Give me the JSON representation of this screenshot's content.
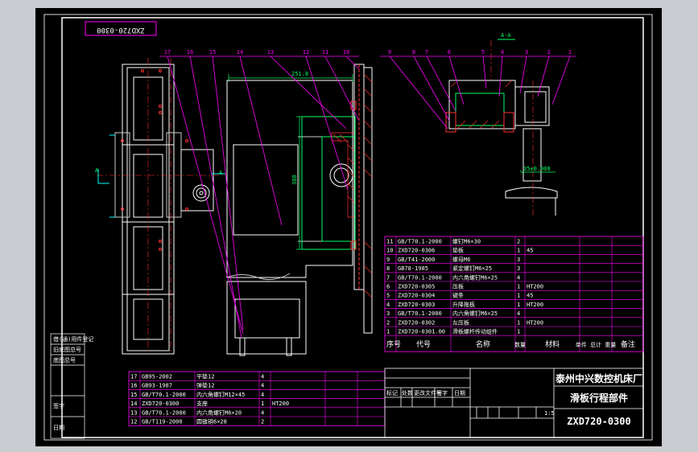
{
  "drawing": {
    "mirrored_number": "ZXD720-0300",
    "section_label": "A-A",
    "view_label": "A",
    "arrow_mark": "A",
    "dim_top": "251.8",
    "dim_side": "388",
    "dim_right": "35±0.008",
    "callouts_left": [
      "17",
      "16",
      "15",
      "14",
      "13",
      "12",
      "11",
      "10"
    ],
    "callouts_right": [
      "9",
      "8",
      "7",
      "6",
      "5",
      "4",
      "3",
      "2",
      "1"
    ]
  },
  "parts_right": [
    {
      "no": "11",
      "code": "GB/T70.1-2000",
      "name": "螺钉M6×30",
      "qty": "2",
      "mat": ""
    },
    {
      "no": "10",
      "code": "ZXD720-0306",
      "name": "垫板",
      "qty": "1",
      "mat": "45"
    },
    {
      "no": "9",
      "code": "GB/T41-2000",
      "name": "螺母M6",
      "qty": "3",
      "mat": ""
    },
    {
      "no": "8",
      "code": "GB78-1985",
      "name": "紧定螺钉M6×25",
      "qty": "3",
      "mat": ""
    },
    {
      "no": "7",
      "code": "GB/T70.1-2000",
      "name": "内六角螺钉M6×25",
      "qty": "4",
      "mat": ""
    },
    {
      "no": "6",
      "code": "ZXD720-0305",
      "name": "压板",
      "qty": "1",
      "mat": "HT200"
    },
    {
      "no": "5",
      "code": "ZXD720-0304",
      "name": "键条",
      "qty": "1",
      "mat": "45"
    },
    {
      "no": "4",
      "code": "ZXD720-0303",
      "name": "升降拖板",
      "qty": "1",
      "mat": "HT200"
    },
    {
      "no": "3",
      "code": "GB/T70.1-2000",
      "name": "内六角螺钉M6×25",
      "qty": "4",
      "mat": ""
    },
    {
      "no": "2",
      "code": "ZXD720-0302",
      "name": "左压板",
      "qty": "1",
      "mat": "HT200"
    },
    {
      "no": "1",
      "code": "ZXD720-0301.00",
      "name": "滑板螺杆传动组件",
      "qty": "1",
      "mat": ""
    }
  ],
  "parts_header": {
    "no": "序号",
    "code": "代号",
    "name": "名称",
    "qty": "数量",
    "mat": "材料",
    "wt": "单件 总计 重量",
    "note": "备注"
  },
  "parts_left": [
    {
      "no": "17",
      "code": "GB95-2002",
      "name": "平垫12",
      "qty": "4",
      "mat": ""
    },
    {
      "no": "16",
      "code": "GB93-1987",
      "name": "弹垫12",
      "qty": "4",
      "mat": ""
    },
    {
      "no": "15",
      "code": "GB/T70.1-2000",
      "name": "内六角螺钉M12×45",
      "qty": "4",
      "mat": ""
    },
    {
      "no": "14",
      "code": "ZXD720-0300",
      "name": "支座",
      "qty": "1",
      "mat": "HT200"
    },
    {
      "no": "13",
      "code": "GB/T70.1-2000",
      "name": "内六角螺钉M6×20",
      "qty": "4",
      "mat": ""
    },
    {
      "no": "12",
      "code": "GB/T119-2000",
      "name": "圆锥销6×28",
      "qty": "2",
      "mat": ""
    }
  ],
  "title_block": {
    "company": "泰州中兴数控机床厂",
    "part_name": "滑板行程部件",
    "drawing_no": "ZXD720-0300",
    "scale": "1:5",
    "left_labels": [
      "借(通)用件登记",
      "旧底图总号",
      "底图总号",
      "签字",
      "日期"
    ],
    "sign_labels": [
      "标记",
      "处数",
      "更改文件号",
      "签字",
      "日期"
    ]
  }
}
